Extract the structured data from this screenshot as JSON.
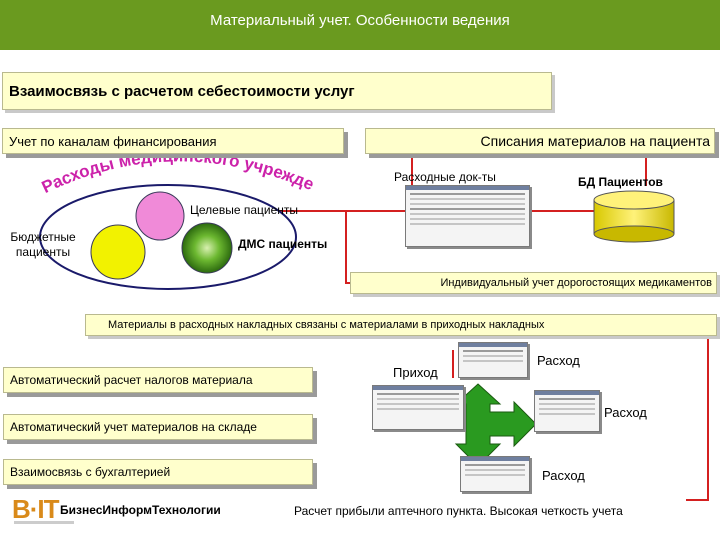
{
  "title": "Материальный учет. Особенности ведения",
  "headline": "Взаимосвязь с расчетом себестоимости услуг",
  "funding_channels": "Учет по каналам финансирования",
  "patient_writeoff": "Списания материалов на пациента",
  "arc_text": "Расходы медицинского учреждения",
  "target_patients": "Целевые пациенты",
  "budget_patients": "Бюджетные пациенты",
  "dms_patients": "ДМС  пациенты",
  "expense_docs": "Расходные док-ты",
  "patients_db": "БД Пациентов",
  "individual_accounting": "Индивидуальный учет дорогостоящих медикаментов",
  "materials_link": "Материалы в расходных накладных связаны с материалами в приходных накладных",
  "auto_tax": "Автоматический расчет налогов материала",
  "auto_stock": "Автоматический учет материалов на складе",
  "accounting_link": "Взаимосвязь с бухгалтерией",
  "income": "Приход",
  "expense_1": "Расход",
  "expense_2": "Расход",
  "expense_3": "Расход",
  "logo_text": "B·IT",
  "company": "БизнесИнформТехнологии",
  "pharmacy_note": "Расчет прибыли аптечного пункта. Высокая четкость учета",
  "colors": {
    "title_bar": "#6a9a1f",
    "box_fill": "#ffffcc",
    "connector": "#d42020",
    "pink_circle": "#f08ad8",
    "yellow_circle": "#f2f200",
    "green_circle": "#3a8a10",
    "db_cylinder": "#e8d800",
    "arrow": "#2a9a20"
  }
}
